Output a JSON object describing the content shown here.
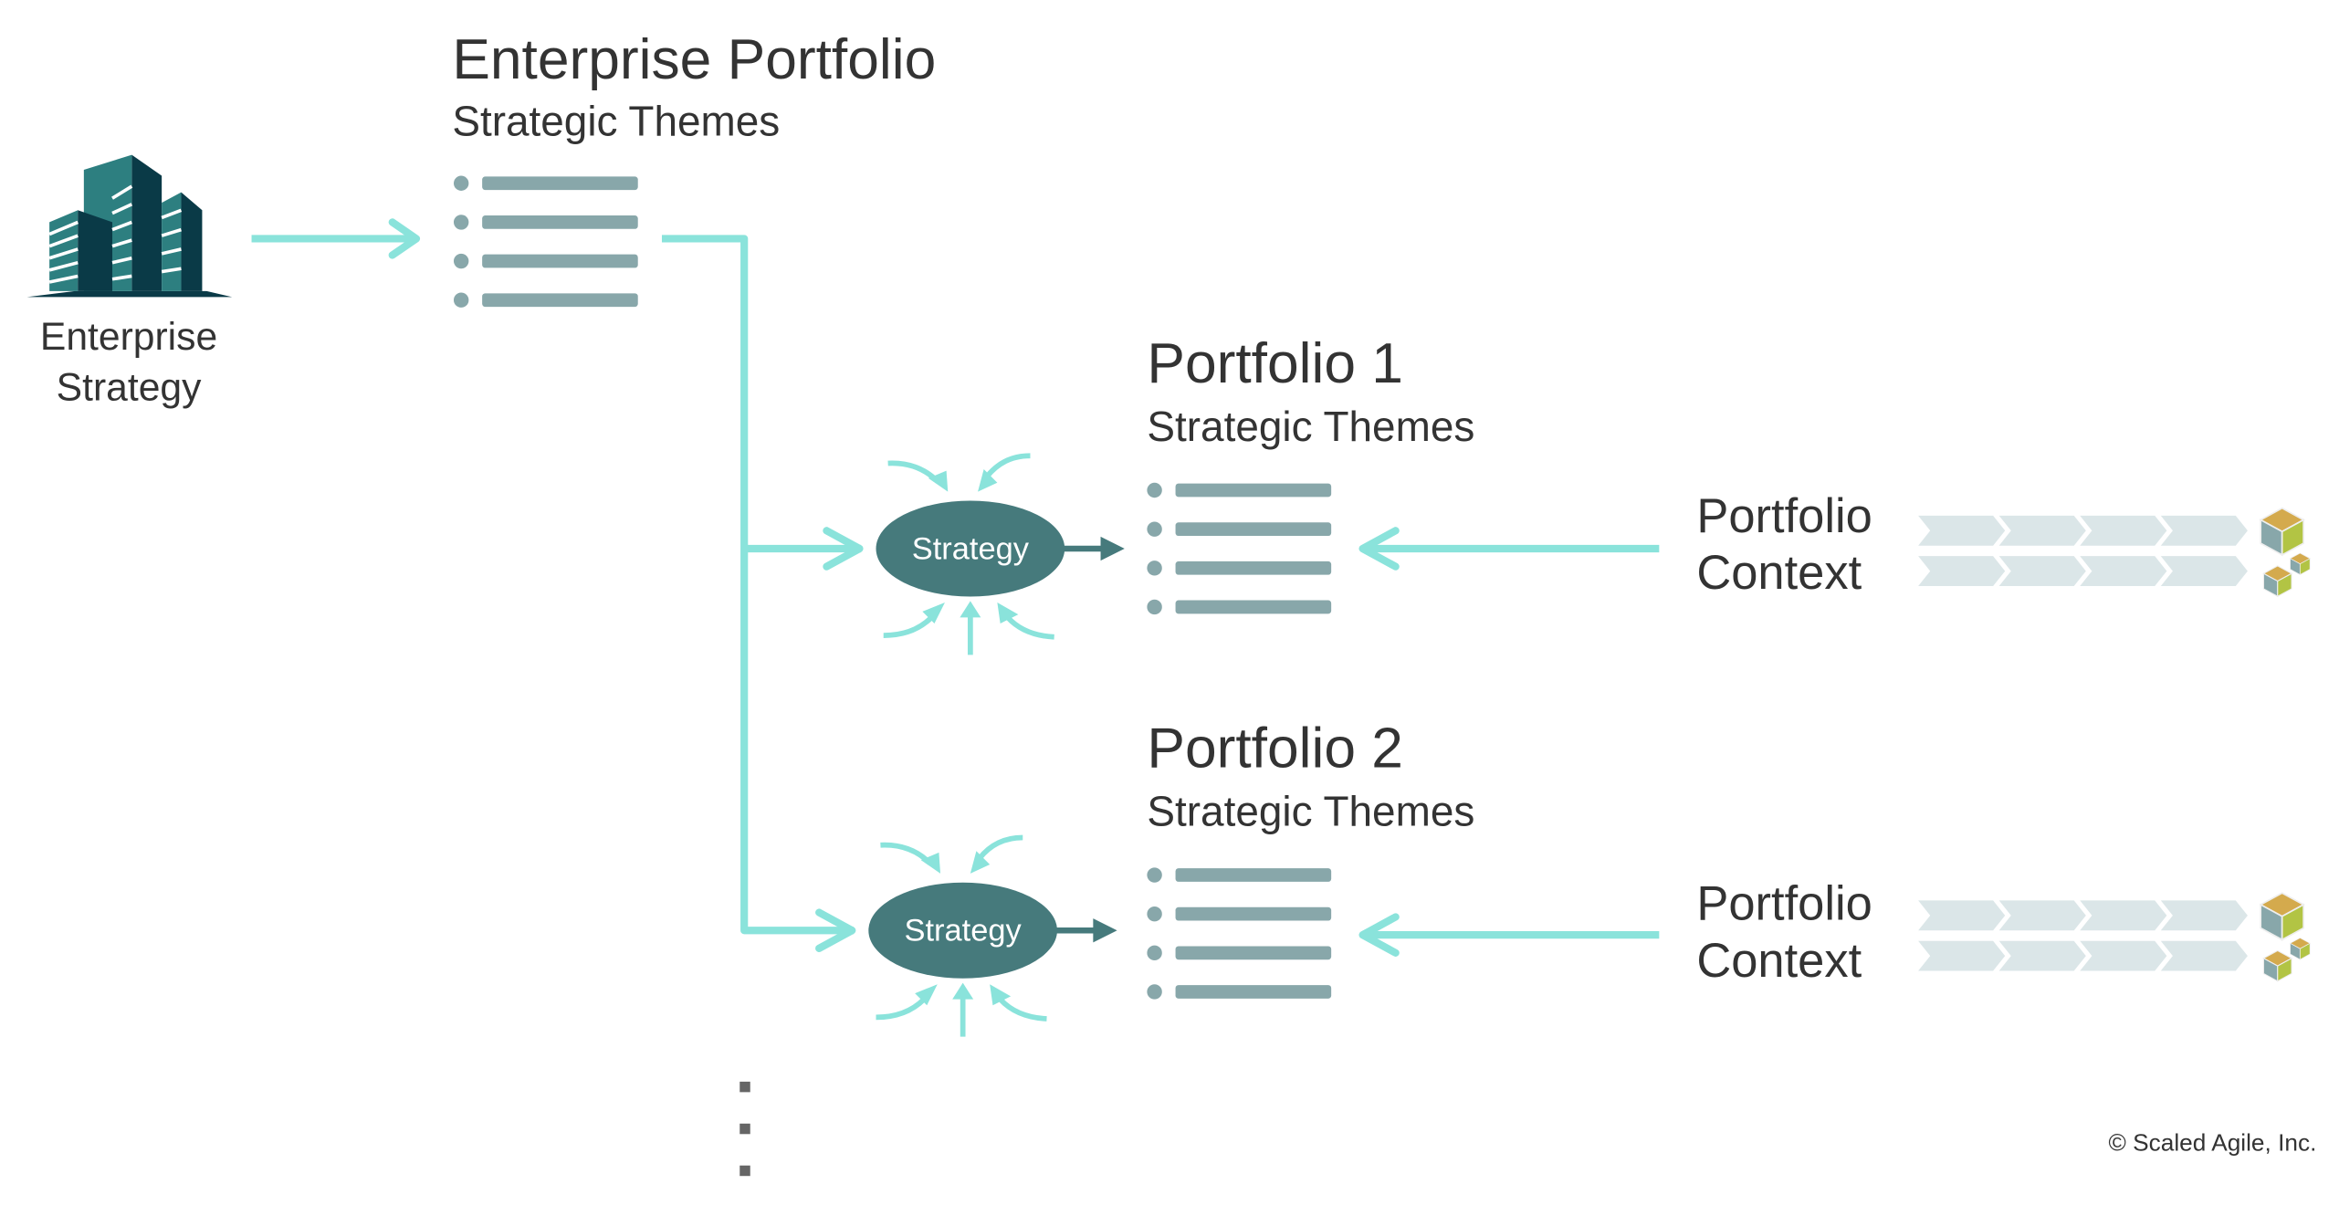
{
  "enterprise_strategy": {
    "line1": "Enterprise",
    "line2": "Strategy",
    "icon": "building-icon"
  },
  "enterprise_portfolio": {
    "title": "Enterprise Portfolio",
    "subtitle": "Strategic Themes"
  },
  "portfolios": [
    {
      "title": "Portfolio 1",
      "subtitle": "Strategic Themes",
      "strategy_label": "Strategy",
      "context_line1": "Portfolio",
      "context_line2": "Context"
    },
    {
      "title": "Portfolio 2",
      "subtitle": "Strategic Themes",
      "strategy_label": "Strategy",
      "context_line1": "Portfolio",
      "context_line2": "Context"
    }
  ],
  "copyright": "© Scaled Agile, Inc.",
  "colors": {
    "flow": "#8ae3db",
    "strategy": "#467a7c",
    "list": "#88a7aa",
    "building": "#0a3a47",
    "chevron": "#dbe6e8"
  }
}
